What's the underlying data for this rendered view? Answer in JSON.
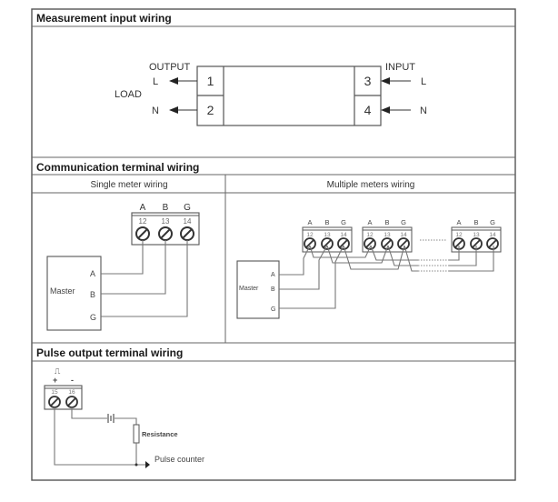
{
  "sections": {
    "measurement": {
      "title": "Measurement input wiring",
      "output_label": "OUTPUT",
      "input_label": "INPUT",
      "load_label": "LOAD",
      "left_L": "L",
      "left_N": "N",
      "right_L": "L",
      "right_N": "N",
      "terminals": [
        "1",
        "2",
        "3",
        "4"
      ]
    },
    "communication": {
      "title": "Communication terminal wiring",
      "single": {
        "title": "Single meter wiring",
        "terminal_letters": [
          "A",
          "B",
          "G"
        ],
        "terminal_numbers": [
          "12",
          "13",
          "14"
        ],
        "master_label": "Master",
        "master_ports": [
          "A",
          "B",
          "G"
        ]
      },
      "multiple": {
        "title": "Multiple meters wiring",
        "terminal_letters": [
          "A",
          "B",
          "G"
        ],
        "terminal_numbers": [
          "12",
          "13",
          "14"
        ],
        "master_label": "Master",
        "master_ports": [
          "A",
          "B",
          "G"
        ]
      }
    },
    "pulse": {
      "title": "Pulse output terminal wiring",
      "plus": "+",
      "minus": "-",
      "pulse_symbol": "⎍",
      "terminal_numbers": [
        "15",
        "16"
      ],
      "resistance_label": "Resistance",
      "counter_label": "Pulse counter"
    }
  }
}
